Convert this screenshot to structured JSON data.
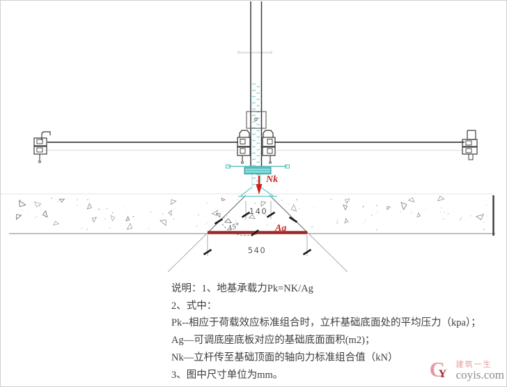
{
  "drawing": {
    "labels": {
      "force": "Nk",
      "area": "Ag",
      "dim_base": "140",
      "dim_spread": "540",
      "angle": "45°"
    },
    "colors": {
      "line_dark": "#3a3a3a",
      "line_light": "#e2e2e2",
      "teal": "#5fc8c8",
      "arrow_red": "#cc2020",
      "area_line_red": "#9e2b2b",
      "dim_text": "#5a5a5a"
    }
  },
  "notes": {
    "lines": [
      "说明：1、地基承载力Pk=NK/Ag",
      "2、式中：",
      "Pk--相应于荷载效应标准组合时，立杆基础底面处的平均压力（kpa）；",
      "Ag—可调底座底板对应的基础底面面积(m2)；",
      "Nk—立杆传至基础顶面的轴向力标准组合值（kN）",
      "3、图中尺寸单位为mm。"
    ]
  },
  "watermark": {
    "logo_c": "C",
    "logo_y": "Y",
    "brand": "建筑一生",
    "site": "coyis.com"
  }
}
